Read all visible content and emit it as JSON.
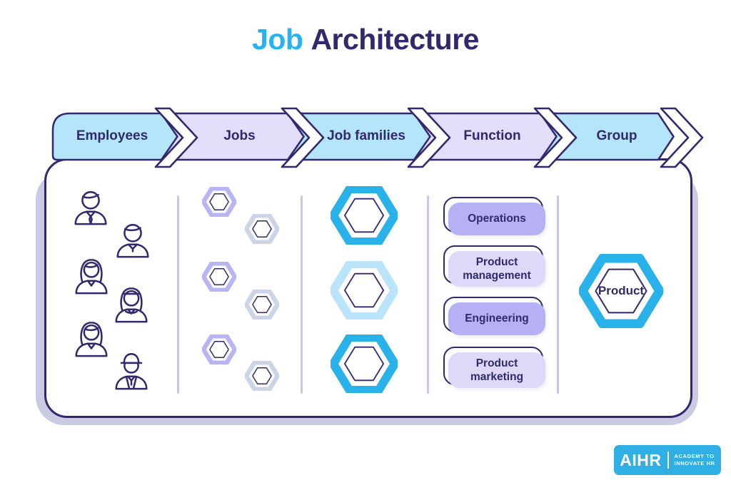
{
  "title": {
    "accent": "Job",
    "rest": "Architecture"
  },
  "pipeline": {
    "stages": [
      {
        "label": "Employees",
        "tone": "blue"
      },
      {
        "label": "Jobs",
        "tone": "lavender"
      },
      {
        "label": "Job families",
        "tone": "blue"
      },
      {
        "label": "Function",
        "tone": "lavender"
      },
      {
        "label": "Group",
        "tone": "blue"
      }
    ]
  },
  "columns": {
    "employees": {
      "people": [
        {
          "icon": "man-with-tie"
        },
        {
          "icon": "man"
        },
        {
          "icon": "woman-long-hair"
        },
        {
          "icon": "woman-headband"
        },
        {
          "icon": "woman-bob"
        },
        {
          "icon": "construction-worker"
        }
      ]
    },
    "jobs": {
      "hexagons": [
        {
          "tone": "periwinkle"
        },
        {
          "tone": "gray"
        },
        {
          "tone": "periwinkle"
        },
        {
          "tone": "gray"
        },
        {
          "tone": "periwinkle"
        },
        {
          "tone": "gray"
        }
      ]
    },
    "job_families": {
      "hexagons": [
        {
          "tone": "cyan"
        },
        {
          "tone": "pale"
        },
        {
          "tone": "cyan"
        }
      ]
    },
    "function": {
      "labels": [
        {
          "text": "Operations",
          "tone": "dark"
        },
        {
          "text": "Product management",
          "tone": "light"
        },
        {
          "text": "Engineering",
          "tone": "dark"
        },
        {
          "text": "Product marketing",
          "tone": "light"
        }
      ]
    },
    "group": {
      "hexagon_label": "Product"
    }
  },
  "logo": {
    "name": "AIHR",
    "tagline": [
      "ACADEMY TO",
      "INNOVATE HR"
    ]
  },
  "colors": {
    "accent_cyan": "#25b4f0",
    "deep_purple": "#33276e",
    "band_blue": "#b4e5fb",
    "band_lavender": "#e3def9",
    "periwinkle_label": "#b6b1f5",
    "light_lavender_label": "#ded9f9",
    "hex_cyan": "#29b2e9",
    "hex_pale_blue": "#bae4fa",
    "hex_periwinkle": "#b9b5f4",
    "hex_gray": "#ced4e7",
    "panel_shadow": "#c8cbe2",
    "logo_cyan": "#2fafe3"
  }
}
